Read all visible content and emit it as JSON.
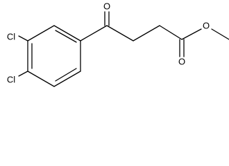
{
  "structure": {
    "atoms": {
      "cl_upper": "Cl",
      "cl_lower": "Cl",
      "o_ketone": "O",
      "o_ester_carbonyl": "O",
      "o_ester_ether": "O"
    }
  },
  "colors": {
    "bond": "#000000",
    "label": "#000000",
    "background": "#ffffff"
  }
}
